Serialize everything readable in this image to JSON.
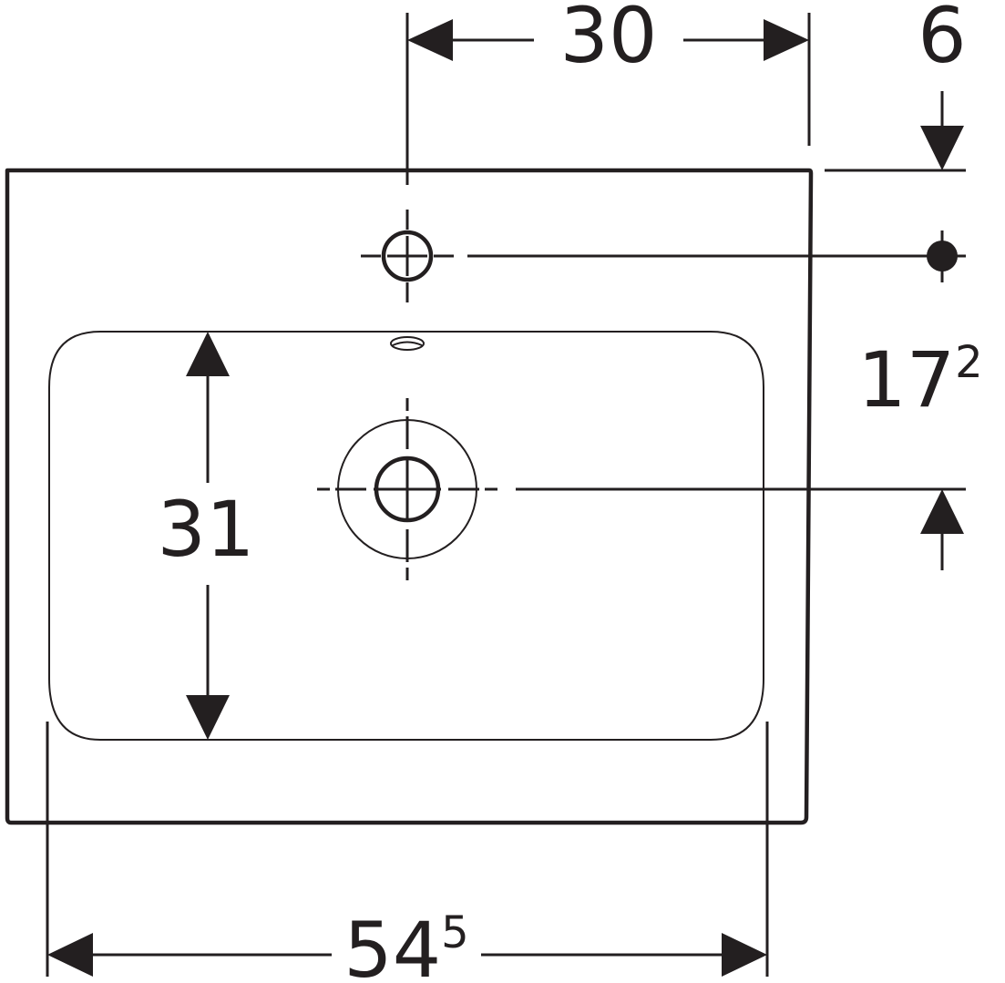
{
  "dimensions": {
    "tap_hole_offset": "30",
    "top_edge_to_tap_hole": "6",
    "tap_hole_to_drain": {
      "main": "17",
      "superscript": "2"
    },
    "bowl_depth": "31",
    "overall_width": {
      "main": "54",
      "superscript": "5"
    }
  },
  "colors": {
    "line": "#231f20",
    "background": "#ffffff"
  }
}
